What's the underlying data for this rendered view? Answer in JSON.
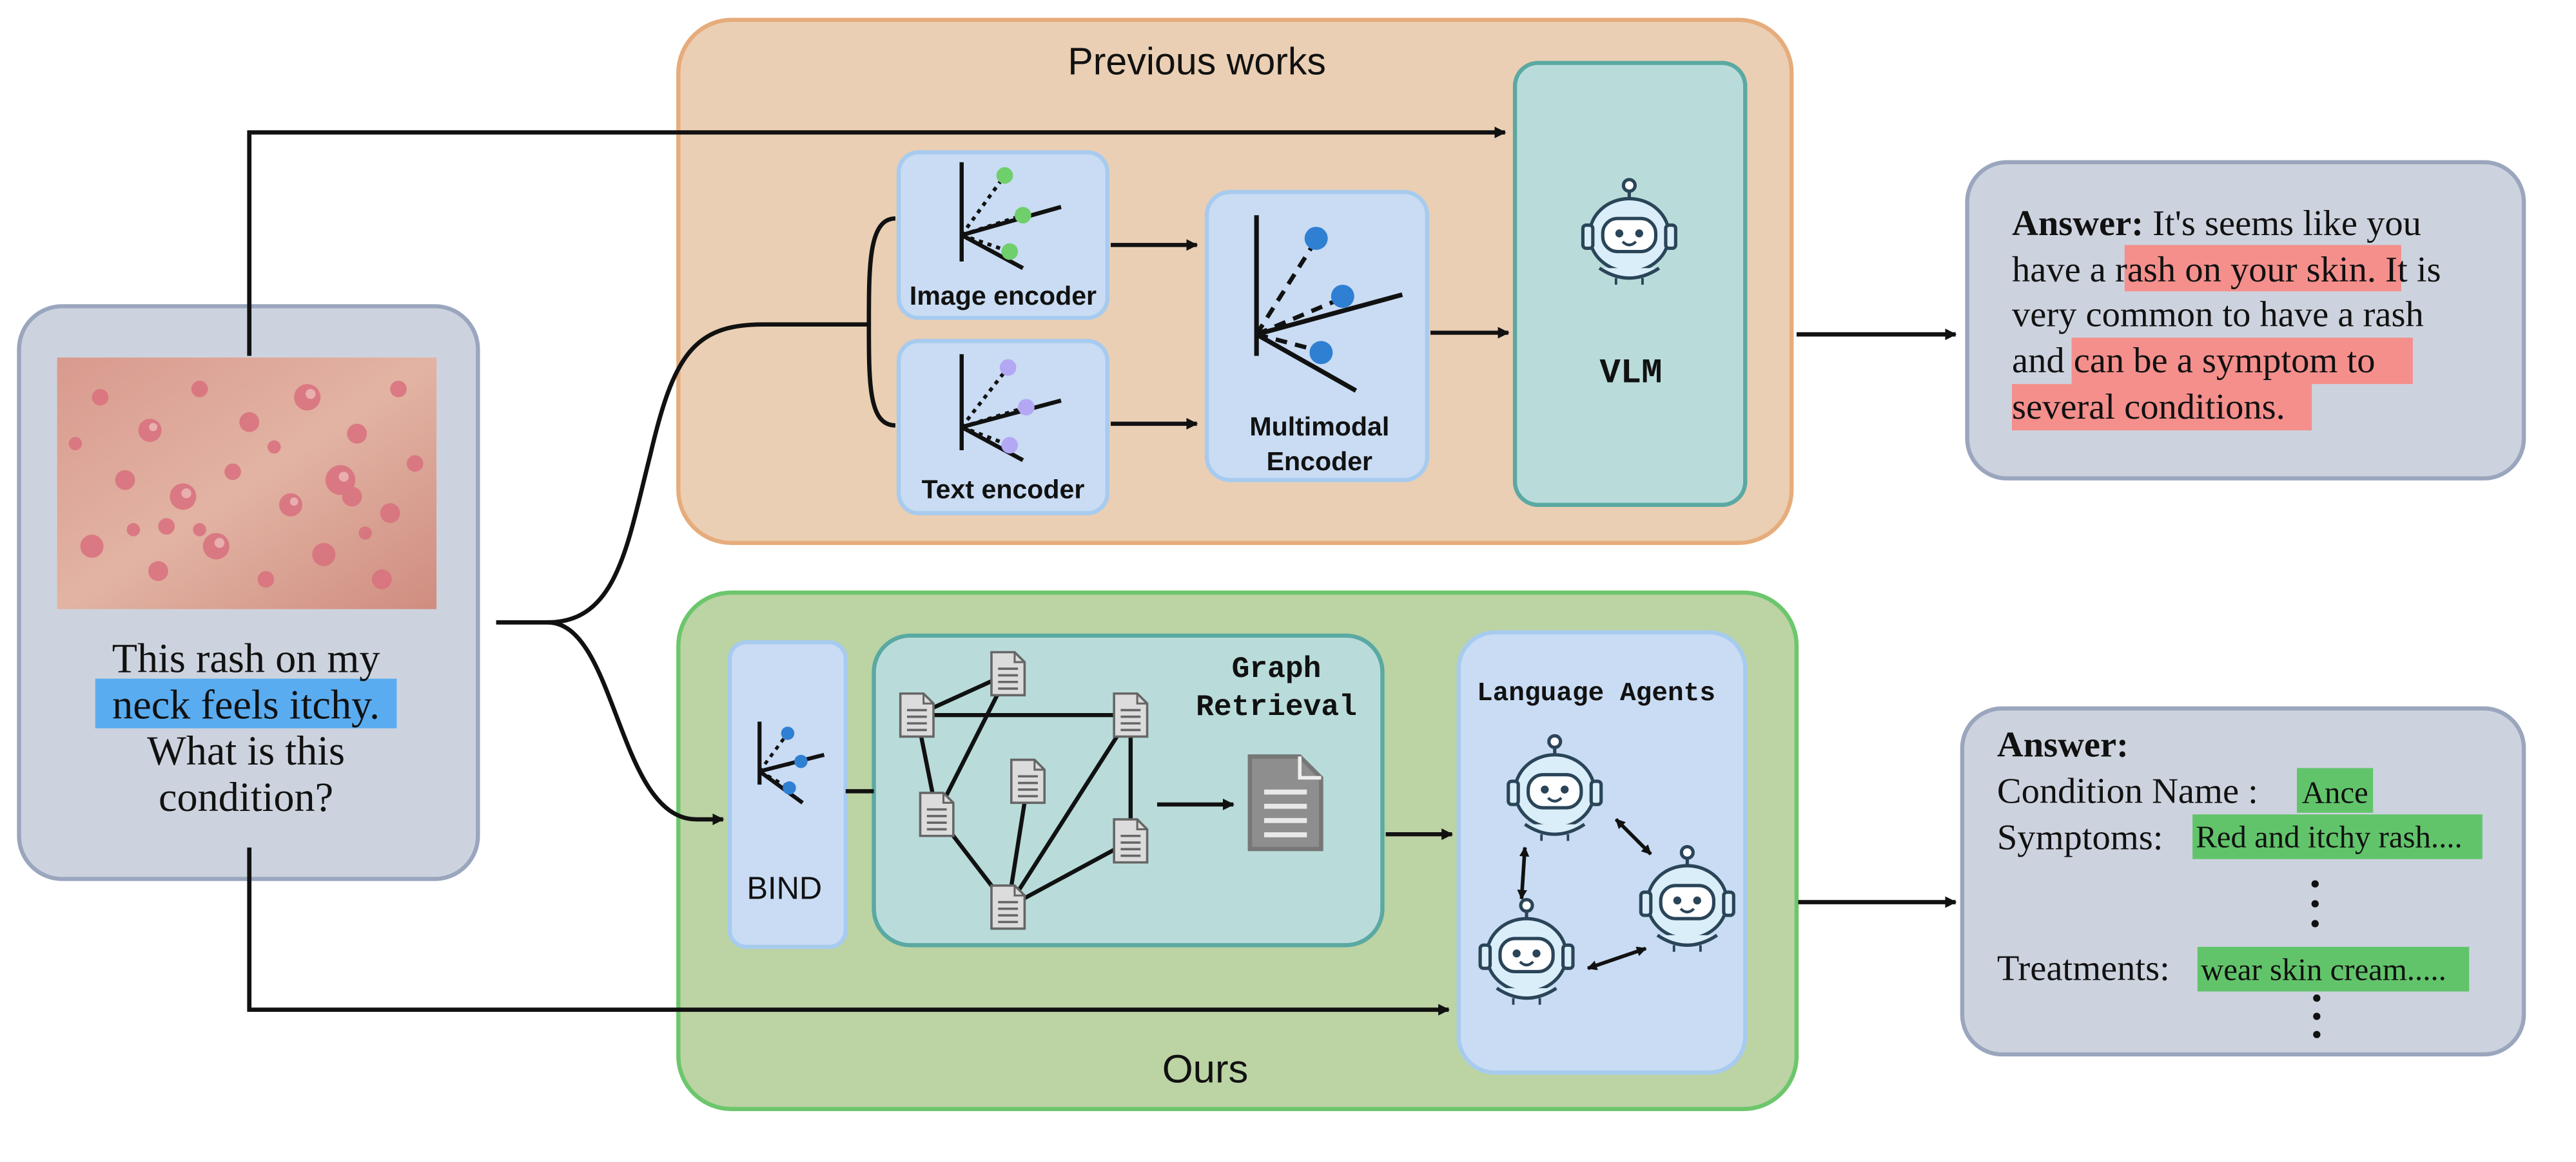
{
  "question": {
    "line1": "This rash on my",
    "line2_highlight": "neck feels itchy.",
    "line3": "What is this",
    "line4": "condition?"
  },
  "previous_works": {
    "title": "Previous works",
    "image_encoder_label": "Image encoder",
    "text_encoder_label": "Text encoder",
    "multimodal_label_1": "Multimodal",
    "multimodal_label_2": "Encoder",
    "vlm_label": "VLM"
  },
  "ours": {
    "title": "Ours",
    "bind_label": "BIND",
    "graph_label_1": "Graph",
    "graph_label_2": "Retrieval",
    "agents_label": "Language Agents"
  },
  "answer_previous": {
    "bold": "Answer:",
    "l1": "It's seems like you",
    "l2a": "have a ",
    "l2_hl": "rash on your skin",
    "l2b": ". It is",
    "l3": "very common to have a rash",
    "l4a": "and ",
    "l4_hl": "can be a symptom to",
    "l5_hl": "several conditions."
  },
  "answer_ours": {
    "bold": "Answer:",
    "condition_label": "Condition Name :",
    "condition_value": "Ance",
    "symptoms_label": "Symptoms:",
    "symptoms_value": "Red and itchy rash....",
    "treatments_label": "Treatments:",
    "treatments_value": "wear skin cream....."
  },
  "colors": {
    "previous_bg": "#eacfb4",
    "previous_border": "#e6ac7b",
    "ours_bg": "#bcd3a4",
    "ours_border": "#6cc66c",
    "encoder_bg": "#c9dcf3",
    "encoder_border": "#a7cbef",
    "teal_bg": "#b9dcda",
    "teal_border": "#5aa9a2",
    "gray_bg": "#cdd3de",
    "gray_border": "#9aa6bd",
    "highlight_blue": "#5aacf0",
    "highlight_red": "#f48f8c",
    "highlight_green": "#62c46a"
  }
}
